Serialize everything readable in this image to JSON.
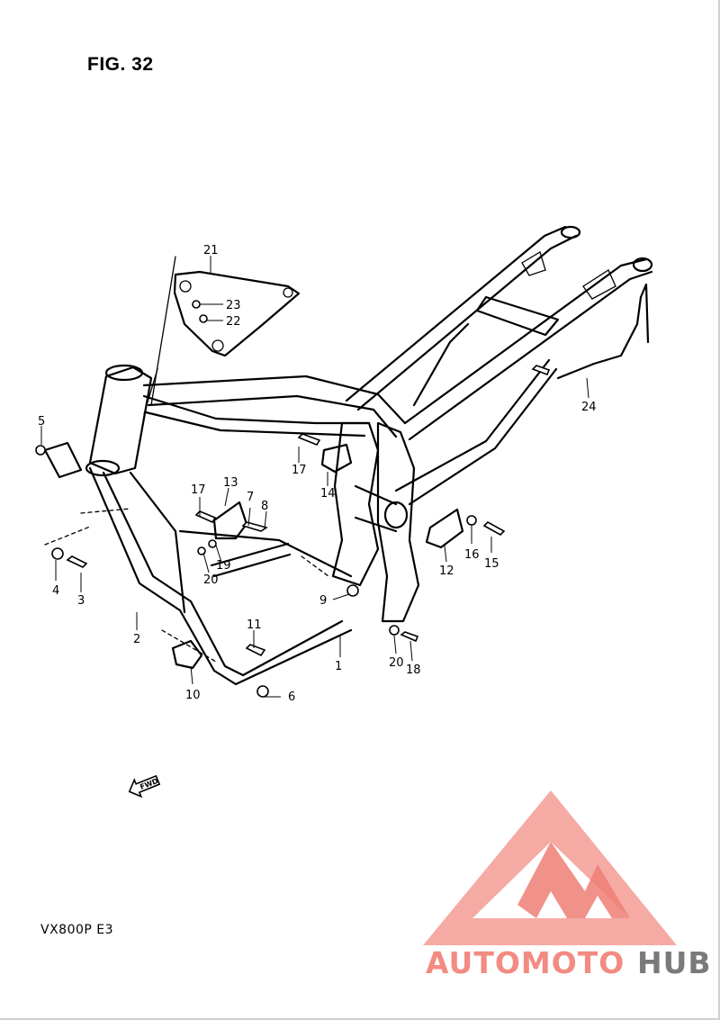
{
  "figure": {
    "title": "FIG. 32",
    "model": "VX800P  E3"
  },
  "fwd_label": "FWD",
  "watermark": {
    "part1": "AUTOMOTO",
    "part2": "HUB",
    "color_main": "#f28b82",
    "color_hub": "#7a7a7a"
  },
  "callouts": [
    {
      "id": "c1",
      "text": "1"
    },
    {
      "id": "c2",
      "text": "2"
    },
    {
      "id": "c3",
      "text": "3"
    },
    {
      "id": "c4",
      "text": "4"
    },
    {
      "id": "c5",
      "text": "5"
    },
    {
      "id": "c6",
      "text": "6"
    },
    {
      "id": "c7",
      "text": "7"
    },
    {
      "id": "c8",
      "text": "8"
    },
    {
      "id": "c9",
      "text": "9"
    },
    {
      "id": "c10",
      "text": "10"
    },
    {
      "id": "c11",
      "text": "11"
    },
    {
      "id": "c12",
      "text": "12"
    },
    {
      "id": "c13",
      "text": "13"
    },
    {
      "id": "c14",
      "text": "14"
    },
    {
      "id": "c15",
      "text": "15"
    },
    {
      "id": "c16",
      "text": "16"
    },
    {
      "id": "c17a",
      "text": "17"
    },
    {
      "id": "c17b",
      "text": "17"
    },
    {
      "id": "c18",
      "text": "18"
    },
    {
      "id": "c19",
      "text": "19"
    },
    {
      "id": "c20a",
      "text": "20"
    },
    {
      "id": "c20b",
      "text": "20"
    },
    {
      "id": "c21",
      "text": "21"
    },
    {
      "id": "c22",
      "text": "22"
    },
    {
      "id": "c23",
      "text": "23"
    },
    {
      "id": "c24",
      "text": "24"
    }
  ]
}
